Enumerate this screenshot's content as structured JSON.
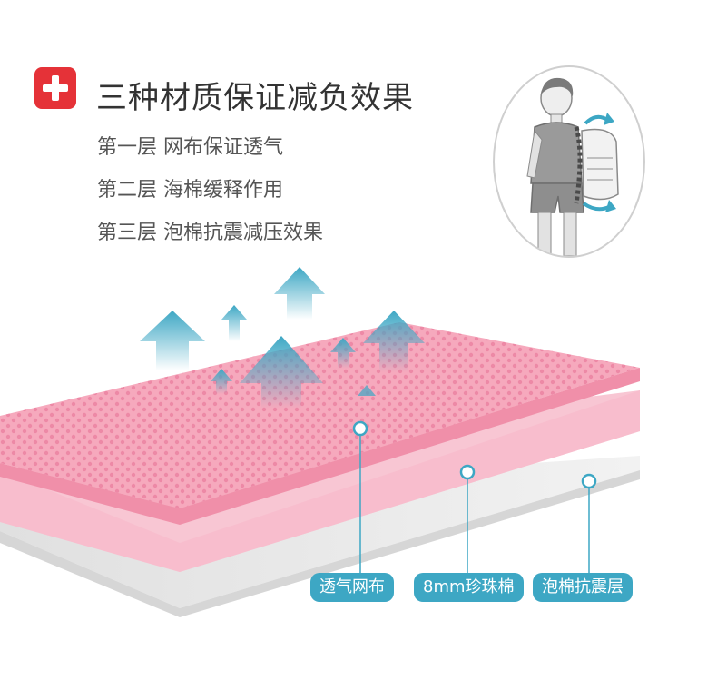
{
  "header": {
    "title": "三种材质保证减负效果"
  },
  "features": [
    {
      "text": "第一层  网布保证透气"
    },
    {
      "text": "第二层 海棉缓释作用"
    },
    {
      "text": "第三层 泡棉抗震减压效果"
    }
  ],
  "callouts": [
    {
      "label": "透气网布"
    },
    {
      "label": "8mm珍珠棉"
    },
    {
      "label": "泡棉抗震层"
    }
  ],
  "icons": {
    "brand": "swiss-cross-icon",
    "airflow": "upward-arrow-icon",
    "figure": "spine-support-illustration"
  },
  "colors": {
    "brand_red": "#e53238",
    "mesh_pink": "#f6a9bd",
    "foam_pink": "#f8c6d3",
    "base_gray": "#e6e6e6",
    "arrow_blue": "#3da7c4",
    "text_dark": "#333333",
    "text_mid": "#555555"
  }
}
